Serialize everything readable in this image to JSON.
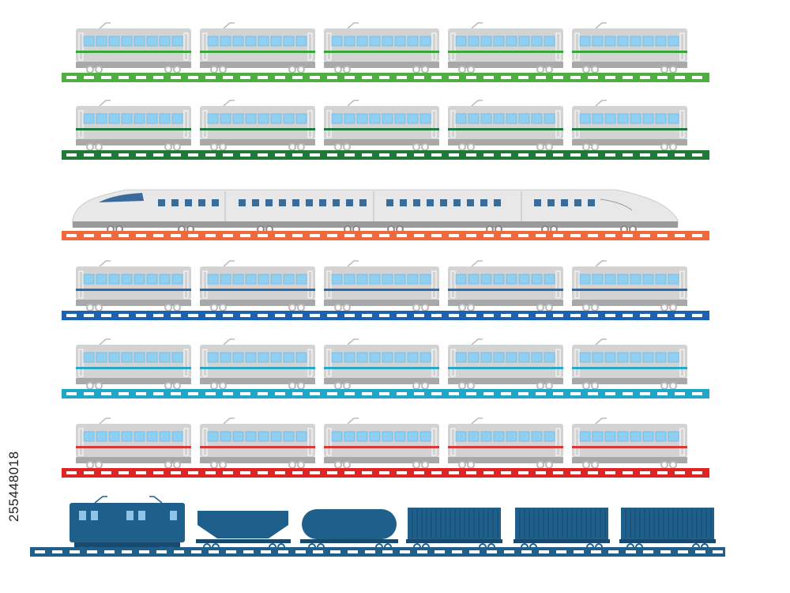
{
  "stock_id": "255448018",
  "colors": {
    "body": "#d3d3d3",
    "body_dark": "#a8a8a8",
    "window": "#8fd0f2",
    "window_frame": "#6fb7e0",
    "shinkansen_body": "#e8e8e8",
    "shinkansen_window": "#3a6b9a",
    "freight": "#1f5f8b",
    "freight_dark": "#174a6e",
    "rail_gap": "#ffffff"
  },
  "rows": [
    {
      "kind": "commuter",
      "stripe": "#3aa63a",
      "rail": "#4caf3f",
      "cars": 5
    },
    {
      "kind": "commuter",
      "stripe": "#1f7a3c",
      "rail": "#1e7a37",
      "cars": 5
    },
    {
      "kind": "shinkansen",
      "stripe": "#3a6b9a",
      "rail": "#f0693a",
      "cars": 4
    },
    {
      "kind": "commuter",
      "stripe": "#2b6cb0",
      "rail": "#1d62b0",
      "cars": 5
    },
    {
      "kind": "commuter",
      "stripe": "#2aa6c7",
      "rail": "#1ea7c9",
      "cars": 5
    },
    {
      "kind": "commuter",
      "stripe": "#d63a3a",
      "rail": "#e02424",
      "cars": 5
    },
    {
      "kind": "freight",
      "stripe": "#1f5f8b",
      "rail": "#1f5f8b",
      "cars": 6
    }
  ],
  "freight_cars": [
    "locomotive",
    "hopper",
    "tank",
    "container",
    "container",
    "container"
  ]
}
